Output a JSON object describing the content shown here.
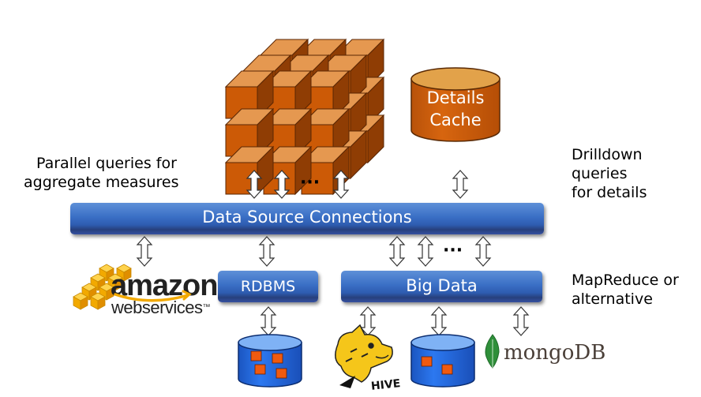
{
  "top": {
    "cache_label_line1": "Details",
    "cache_label_line2": "Cache",
    "parallel_queries_line1": "Parallel queries for",
    "parallel_queries_line2": "aggregate measures",
    "drilldown_line1": "Drilldown",
    "drilldown_line2": "queries",
    "drilldown_line3": "for details",
    "ellipsis": "···"
  },
  "connections": {
    "label": "Data Source Connections"
  },
  "sources": {
    "amazon_brand": "amazon",
    "amazon_sub": "webservices",
    "amazon_tm": "™",
    "rdbms_label": "RDBMS",
    "bigdata_label": "Big Data",
    "mapreduce_line1": "MapReduce or",
    "mapreduce_line2": "alternative",
    "hive_label": "HIVE",
    "mongodb_label": "mongoDB",
    "ellipsis": "···"
  },
  "colors": {
    "cube_front": "#cc5a06",
    "cache_fill": "#cc5f0e",
    "bar_blue": "#3a6fc5",
    "storage_blue": "#1f63d8",
    "amazon_orange": "#f2a900"
  }
}
